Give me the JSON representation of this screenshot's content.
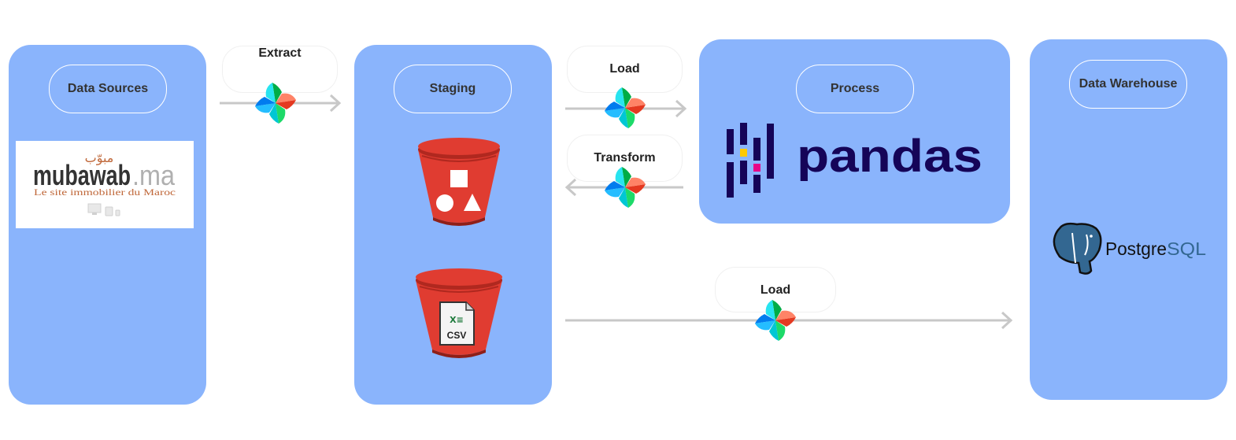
{
  "panels": {
    "data_sources": "Data Sources",
    "staging": "Staging",
    "process": "Process",
    "warehouse": "Data Warehouse"
  },
  "edges": {
    "extract": "Extract",
    "load_to_process": "Load",
    "transform": "Transform",
    "load_to_warehouse": "Load"
  },
  "source_logo": {
    "arabic": "مبوّب",
    "name": "mubawab",
    "tld": ".ma",
    "tagline": "Le site immobilier du Maroc"
  },
  "pandas_logo": {
    "text": "pandas"
  },
  "postgres_logo": {
    "part1": "Postgre",
    "part2": "SQL"
  },
  "csv_label": "CSV",
  "xls_label": "X≡",
  "icons": {
    "edge_icon": "airflow-pinwheel-icon",
    "staging_1": "s3-bucket-shapes-icon",
    "staging_2": "s3-bucket-csv-icon",
    "process_logo": "pandas-logo",
    "warehouse_logo": "postgresql-elephant-logo",
    "source_logo": "mubawab-logo"
  },
  "colors": {
    "panel": "#8ab4fc",
    "arrow": "#c8c8c8",
    "bucket_red": "#e03c31",
    "pandas_navy": "#150458",
    "pandas_yellow": "#ffca00",
    "pandas_pink": "#e70488",
    "postgres_blue": "#336791"
  }
}
